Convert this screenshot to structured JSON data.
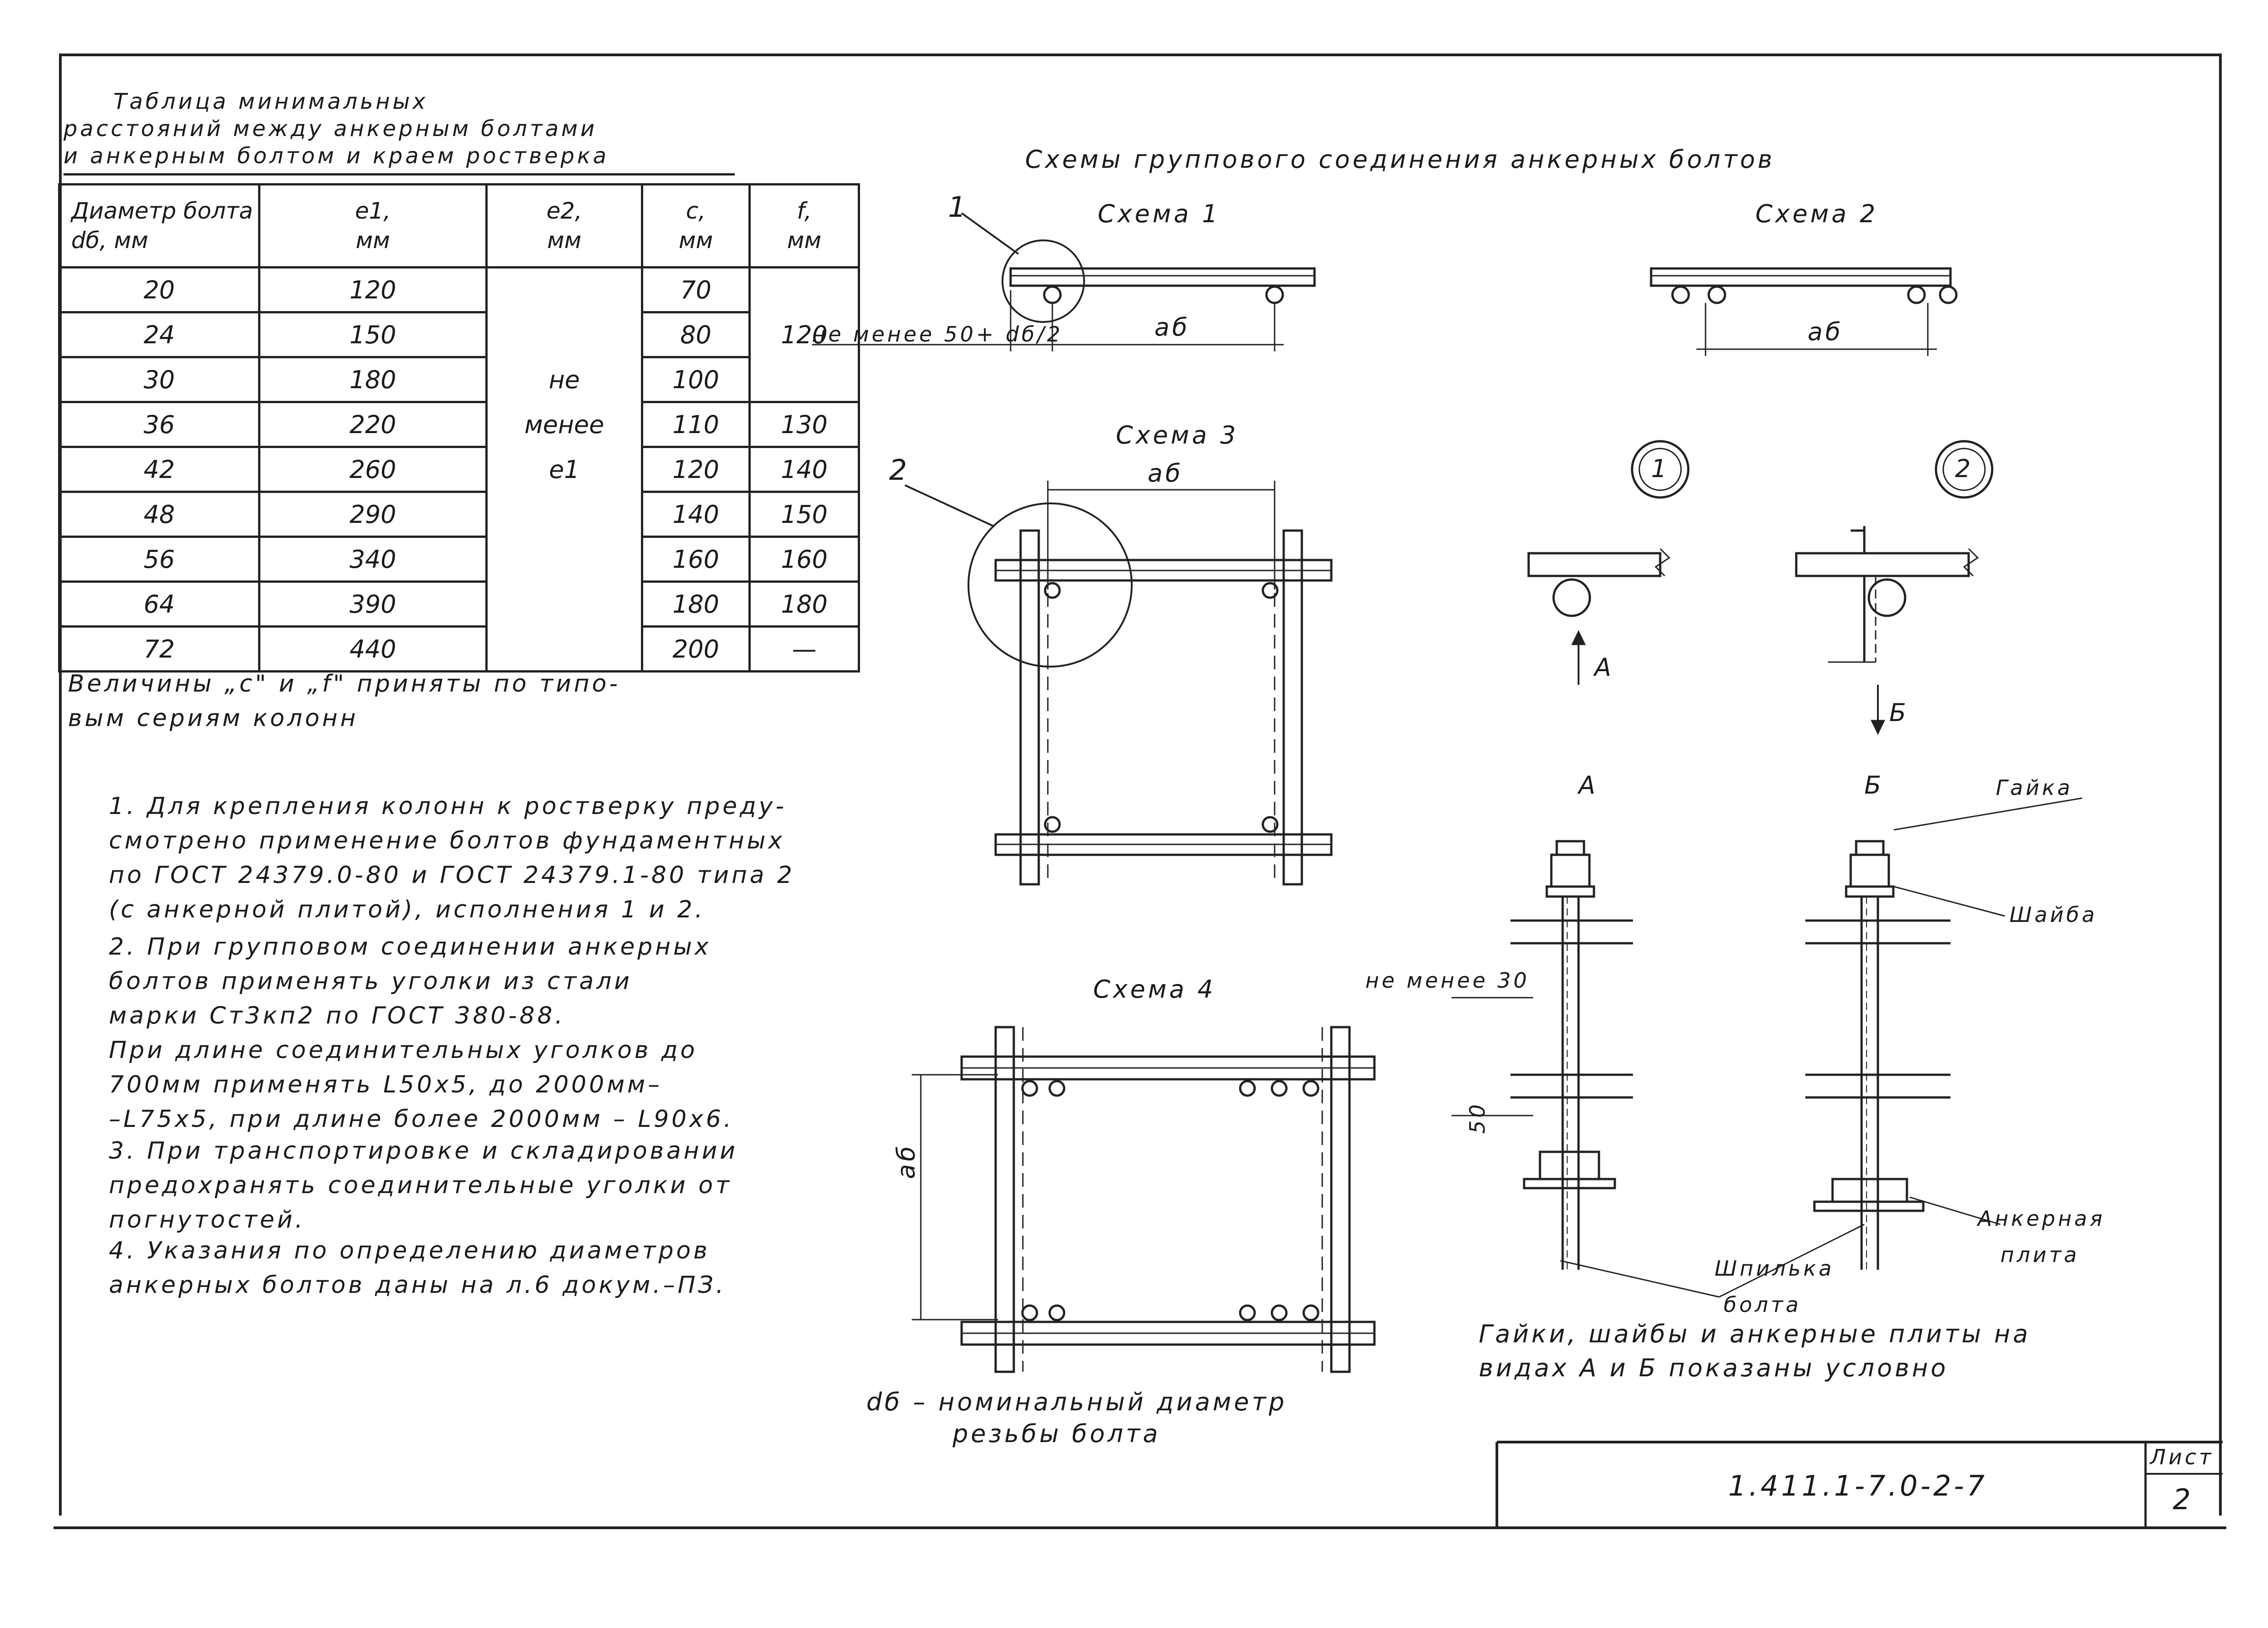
{
  "table_title": [
    "Таблица минимальных",
    "расстояний между анкерным болтами",
    "и анкерным болтом и краем ростверка"
  ],
  "table": {
    "headers": [
      {
        "name": "Диаметр болта",
        "symbol": "dб, мм"
      },
      {
        "name": "e1,",
        "symbol": "мм"
      },
      {
        "name": "e2,",
        "symbol": "мм"
      },
      {
        "name": "c,",
        "symbol": "мм"
      },
      {
        "name": "f,",
        "symbol": "мм"
      }
    ],
    "rows": [
      {
        "d": "20",
        "e1": "120",
        "c": "70"
      },
      {
        "d": "24",
        "e1": "150",
        "c": "80"
      },
      {
        "d": "30",
        "e1": "180",
        "c": "100"
      },
      {
        "d": "36",
        "e1": "220",
        "c": "110",
        "f": "130"
      },
      {
        "d": "42",
        "e1": "260",
        "c": "120",
        "f": "140"
      },
      {
        "d": "48",
        "e1": "290",
        "c": "140",
        "f": "150"
      },
      {
        "d": "56",
        "e1": "340",
        "c": "160",
        "f": "160"
      },
      {
        "d": "64",
        "e1": "390",
        "c": "180",
        "f": "180"
      },
      {
        "d": "72",
        "e1": "440",
        "c": "200",
        "f": "—"
      }
    ],
    "e2_merged": [
      "не",
      "менее",
      "e1"
    ],
    "f_merged": "120"
  },
  "table_footnote": [
    "Величины „c\" и „f\" приняты по типо-",
    "вым сериям колонн"
  ],
  "notes": [
    [
      "1. Для крепления колонн к ростверку преду-",
      "смотрено применение болтов фундаментных",
      "по ГОСТ 24379.0-80 и ГОСТ 24379.1-80 типа 2",
      "(с анкерной плитой), исполнения 1 и 2."
    ],
    [
      "2. При групповом соединении анкерных",
      "болтов применять уголки из стали",
      "марки   Ст3кп2 по ГОСТ 380-88.",
      "При длине соединительных уголков до",
      "700мм  применять L50x5, до 2000мм–",
      "–L75x5,  при длине более 2000мм – L90x6."
    ],
    [
      "3. При транспортировке и складировании",
      "предохранять соединительные уголки от",
      "погнутостей."
    ],
    [
      "4. Указания по определению диаметров",
      "анкерных болтов даны на л.6 докум.–ПЗ."
    ]
  ],
  "schemes_title": "Схемы группового соединения анкерных болтов",
  "schemes": {
    "s1": "Схема 1",
    "s2": "Схема 2",
    "s3": "Схема 3",
    "s4": "Схема 4"
  },
  "labels": {
    "callout1": "1",
    "callout2": "2",
    "min_dim_s1": "не менее 50+ dб/2",
    "ab": "aб",
    "node1": "1",
    "node2": "2",
    "arrow_a": "А",
    "arrow_b": "Б",
    "view_a": "А",
    "view_b": "Б",
    "nut": "Гайка",
    "washer": "Шайба",
    "not_less": "не менее 30",
    "dim_50": "50",
    "anchor_plate_1": "Анкерная",
    "anchor_plate_2": "плита",
    "stud_1": "Шпилька",
    "stud_2": "болта",
    "db_note_1": "dб – номинальный диаметр",
    "db_note_2": "резьбы болта",
    "views_note_1": "Гайки, шайбы и анкерные плиты на",
    "views_note_2": "видах А и Б показаны условно"
  },
  "stamp": {
    "code": "1.411.1-7.0-2-7",
    "sheet_label": "Лист",
    "sheet_no": "2"
  }
}
